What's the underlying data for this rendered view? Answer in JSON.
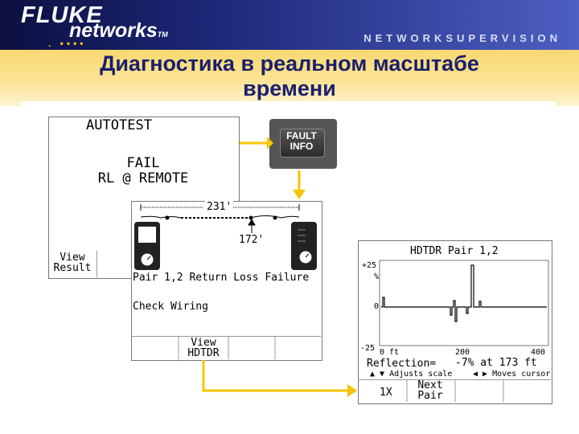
{
  "header": {
    "brand": "FLUKE",
    "brand_sub": "networks",
    "tm": "TM",
    "dots": ". ••••",
    "tagline": "NETWORKSUPERVISION"
  },
  "title": {
    "line1": "Диагностика в реальном масштабе",
    "line2": "времени"
  },
  "autotest_screen": {
    "title": "AUTOTEST",
    "result_line1": "FAIL",
    "result_line2": "RL @ REMOTE",
    "softkey_line1": "View",
    "softkey_line2": "Result"
  },
  "fault_key": {
    "line1": "FAULT",
    "line2": "INFO"
  },
  "wiremap_screen": {
    "cable_length": "231'",
    "fault_distance": "172'",
    "message": "Pair 1,2 Return Loss Failure",
    "advice": "Check Wiring",
    "softkey_line1": "View",
    "softkey_line2": "HDTDR"
  },
  "hdtdr_screen": {
    "title": "HDTDR Pair 1,2",
    "y_top": "+25",
    "y_unit": "%",
    "y_mid": "0",
    "y_bottom": "-25",
    "x_start": "0 ft",
    "x_mid": "200",
    "x_end": "400",
    "reflection_label": "Reflection=",
    "reflection_value": "-7% at  173 ft",
    "hint_scale": "▲ ▼ Adjusts scale",
    "hint_cursor": "◀ ▶ Moves cursor",
    "softkey_zoom": "1X",
    "softkey_next_line1": "Next",
    "softkey_next_line2": "Pair"
  },
  "colors": {
    "arrow": "#f5c400",
    "title": "#1a1f6e",
    "header_bg": "#1c2676"
  }
}
